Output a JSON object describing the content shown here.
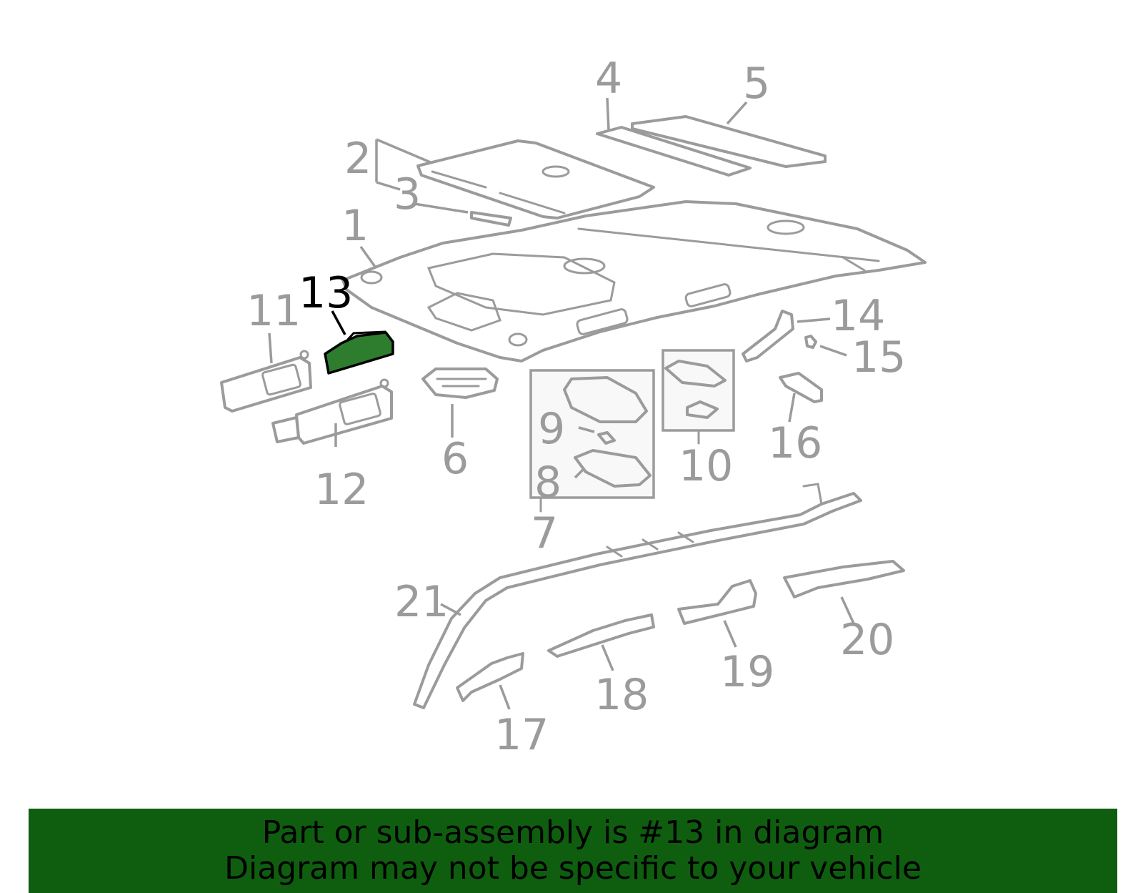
{
  "diagram": {
    "callouts": [
      {
        "id": "1",
        "label": "1",
        "highlight": false
      },
      {
        "id": "2",
        "label": "2",
        "highlight": false
      },
      {
        "id": "3",
        "label": "3",
        "highlight": false
      },
      {
        "id": "4",
        "label": "4",
        "highlight": false
      },
      {
        "id": "5",
        "label": "5",
        "highlight": false
      },
      {
        "id": "6",
        "label": "6",
        "highlight": false
      },
      {
        "id": "7",
        "label": "7",
        "highlight": false
      },
      {
        "id": "8",
        "label": "8",
        "highlight": false
      },
      {
        "id": "9",
        "label": "9",
        "highlight": false
      },
      {
        "id": "10",
        "label": "10",
        "highlight": false
      },
      {
        "id": "11",
        "label": "11",
        "highlight": false
      },
      {
        "id": "12",
        "label": "12",
        "highlight": false
      },
      {
        "id": "13",
        "label": "13",
        "highlight": true
      },
      {
        "id": "14",
        "label": "14",
        "highlight": false
      },
      {
        "id": "15",
        "label": "15",
        "highlight": false
      },
      {
        "id": "16",
        "label": "16",
        "highlight": false
      },
      {
        "id": "17",
        "label": "17",
        "highlight": false
      },
      {
        "id": "18",
        "label": "18",
        "highlight": false
      },
      {
        "id": "19",
        "label": "19",
        "highlight": false
      },
      {
        "id": "20",
        "label": "20",
        "highlight": false
      },
      {
        "id": "21",
        "label": "21",
        "highlight": false
      }
    ]
  },
  "banner": {
    "line1": "Part or sub-assembly is #13 in diagram",
    "line2": "Diagram may not be specific to your vehicle"
  },
  "colors": {
    "part_line": "#9b9b9b",
    "highlight_fill": "#2e7d2e",
    "highlight_callout": "#000000",
    "banner_bg": "#0f5e0f",
    "banner_text": "#000000"
  }
}
